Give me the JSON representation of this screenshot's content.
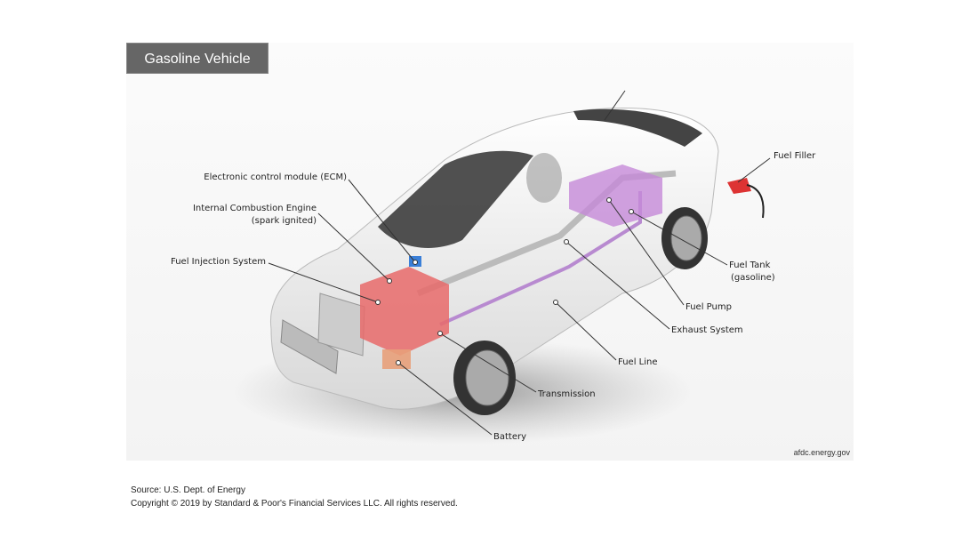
{
  "title": "Gasoline Vehicle",
  "labels": {
    "ecm": "Electronic control module (ECM)",
    "ice_1": "Internal Combustion Engine",
    "ice_2": "(spark ignited)",
    "fuel_injection": "Fuel Injection System",
    "fuel_filler": "Fuel Filler",
    "fuel_tank_1": "Fuel Tank",
    "fuel_tank_2": "(gasoline)",
    "fuel_pump": "Fuel Pump",
    "exhaust": "Exhaust System",
    "fuel_line": "Fuel Line",
    "transmission": "Transmission",
    "battery": "Battery"
  },
  "credit": "afdc.energy.gov",
  "footer": {
    "source": "Source: U.S. Dept. of Energy",
    "copyright": "Copyright © 2019 by Standard & Poor's Financial Services LLC. All rights reserved."
  },
  "colors": {
    "engine": "#e86a6a",
    "tank": "#c58ad8",
    "ecm": "#3a7fd8",
    "title_bg": "#666666"
  }
}
